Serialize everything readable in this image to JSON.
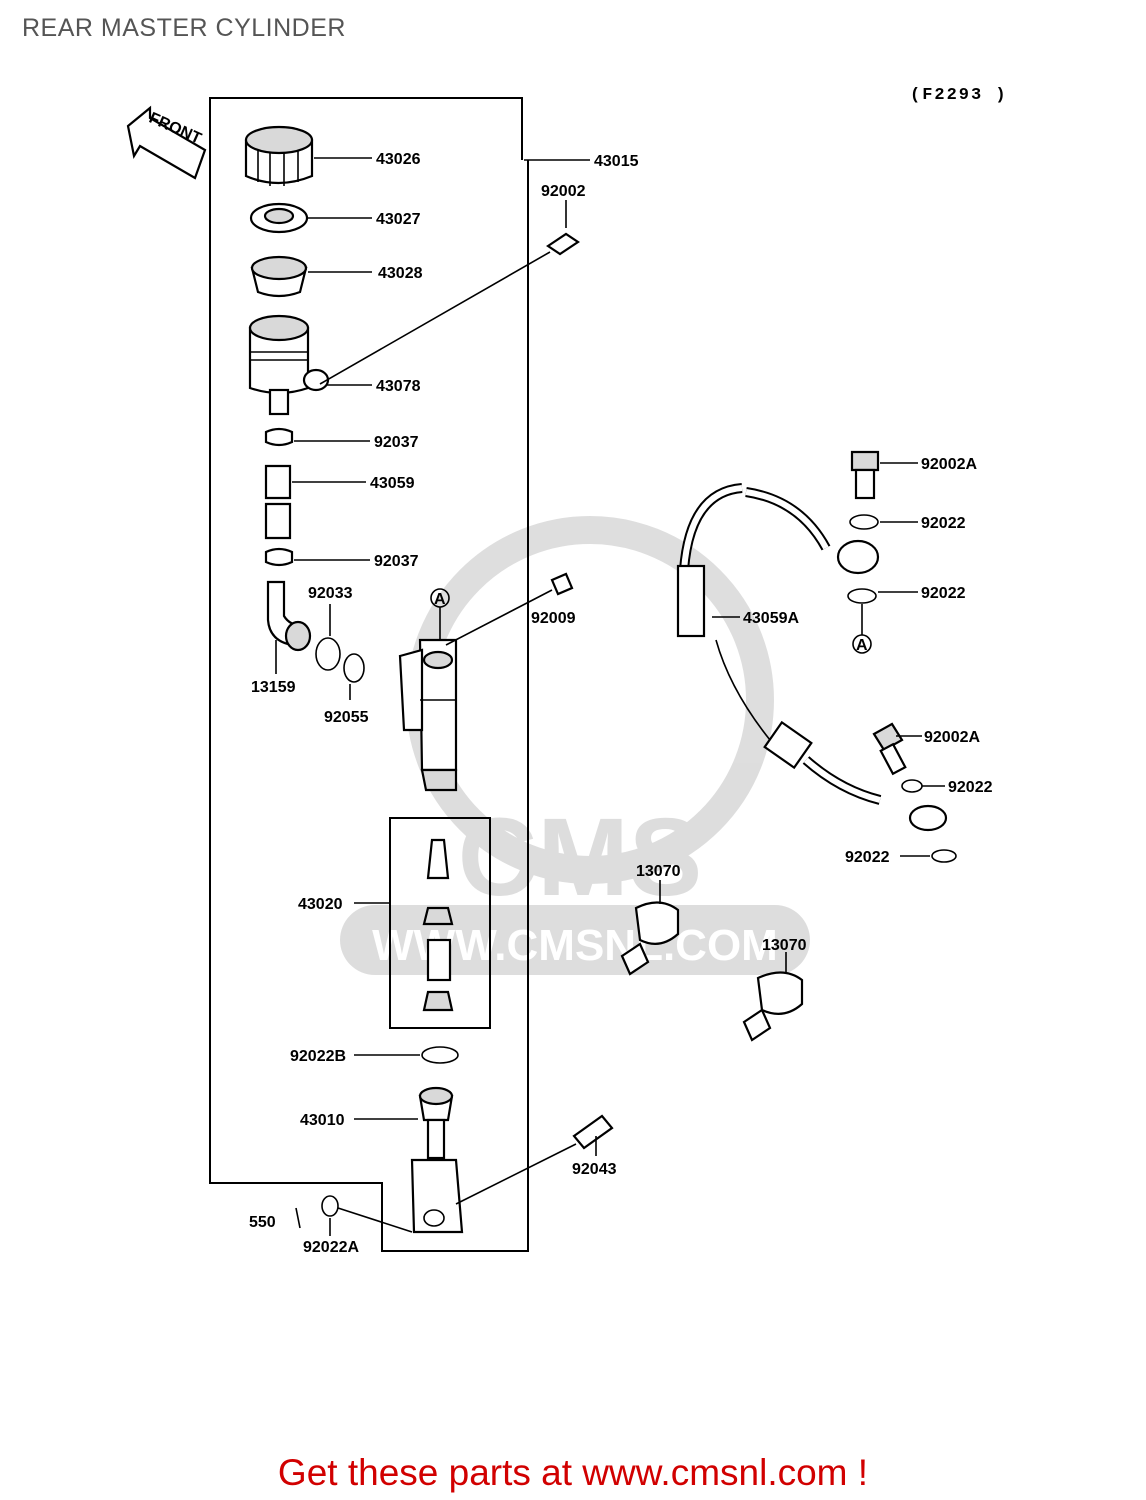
{
  "header": {
    "title": "REAR MASTER CYLINDER",
    "diagram_code": "(F2293 )"
  },
  "front_arrow": {
    "label": "FRONT"
  },
  "watermark": {
    "logo": "CMS",
    "url": "WWW.CMSNL.COM"
  },
  "callouts": {
    "p43026": "43026",
    "p43027": "43027",
    "p43028": "43028",
    "p43078": "43078",
    "p43015": "43015",
    "p92002": "92002",
    "p92037a": "92037",
    "p43059": "43059",
    "p92037b": "92037",
    "p92033": "92033",
    "p13159": "13159",
    "p92055": "92055",
    "p92009": "92009",
    "p43020": "43020",
    "p92022b": "92022B",
    "p43010": "43010",
    "p92043": "92043",
    "p550": "550",
    "p92022a": "92022A",
    "p92002a_top": "92002A",
    "p92022_1": "92022",
    "p92022_2": "92022",
    "p43059a": "43059A",
    "p92002a_low": "92002A",
    "p92022_3": "92022",
    "p92022_4": "92022",
    "p13070a": "13070",
    "p13070b": "13070",
    "markerA1": "A",
    "markerA2": "A"
  },
  "footer": {
    "text": "Get these parts at www.cmsnl.com !"
  }
}
